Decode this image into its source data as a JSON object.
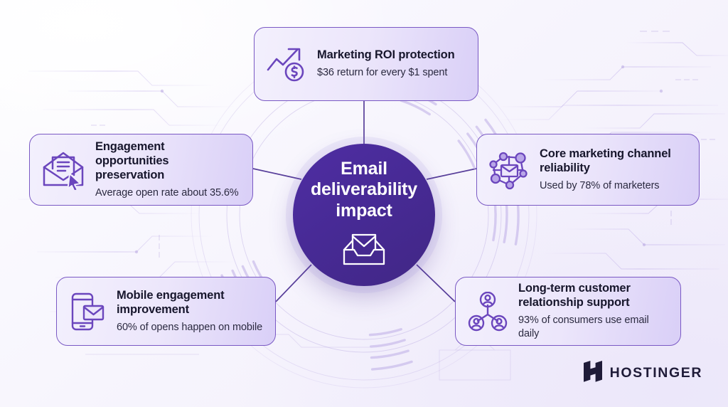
{
  "brand": {
    "logo_icon": "hostinger-h-mark-icon",
    "wordmark": "HOSTINGER",
    "logo_color": "#1f1b38"
  },
  "colors": {
    "center_circle": "#472a95",
    "card_border": "#7a59c4",
    "card_gradient_start": "#f3f0fd",
    "card_gradient_end": "#d9cff7",
    "icon_stroke": "#6b46bd",
    "icon_fill": "#b9a6e8",
    "title_text": "#17162c",
    "body_text": "#2b2a40",
    "center_text": "#ffffff",
    "background": "#f7f5fd"
  },
  "center": {
    "title": "Email deliverability impact",
    "title_line_1": "Email",
    "title_line_2": "deliverability",
    "title_line_3": "impact",
    "icon": "inbox-envelope-icon"
  },
  "cards": [
    {
      "id": "roi",
      "icon": "growth-arrow-dollar-icon",
      "title": "Marketing ROI protection",
      "subtitle": "$36 return for every $1 spent"
    },
    {
      "id": "engage",
      "icon": "open-envelope-cursor-icon",
      "title": "Engagement opportunities preservation",
      "subtitle": "Average open rate about 35.6%"
    },
    {
      "id": "core",
      "icon": "network-envelope-icon",
      "title": "Core marketing channel reliability",
      "subtitle": "Used by 78% of marketers"
    },
    {
      "id": "mobile",
      "icon": "smartphone-envelope-icon",
      "title": "Mobile engagement improvement",
      "subtitle": "60% of opens happen on mobile"
    },
    {
      "id": "longterm",
      "icon": "people-network-icon",
      "title": "Long-term customer relationship support",
      "subtitle": "93% of consumers use email daily"
    }
  ],
  "decoration": {
    "wave_arc_groups": 5,
    "hub_ring": "concentric-circles",
    "circuit_traces": "faint-technical-lines"
  }
}
